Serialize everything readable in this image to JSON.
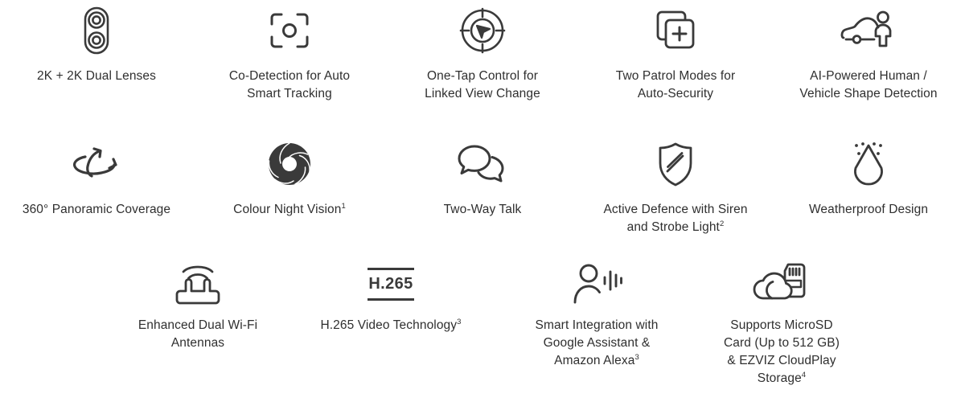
{
  "page": {
    "background_color": "#ffffff",
    "text_color": "#2f2f2f",
    "icon_color": "#3a3a3a"
  },
  "features": {
    "row1": [
      {
        "icon": "dual-lens-icon",
        "label": "2K + 2K Dual Lenses"
      },
      {
        "icon": "focus-frame-icon",
        "label": "Co-Detection for Auto\nSmart Tracking"
      },
      {
        "icon": "crosshair-pointer-icon",
        "label": "One-Tap Control for\nLinked View Change"
      },
      {
        "icon": "two-cards-plus-icon",
        "label": "Two Patrol Modes for\nAuto-Security"
      },
      {
        "icon": "car-person-icon",
        "label": "AI-Powered Human /\nVehicle Shape Detection"
      }
    ],
    "row2": [
      {
        "icon": "rotate-360-icon",
        "label": "360° Panoramic Coverage"
      },
      {
        "icon": "aperture-icon",
        "label": "Colour Night Vision",
        "sup": "1"
      },
      {
        "icon": "speech-bubbles-icon",
        "label": "Two-Way Talk"
      },
      {
        "icon": "shield-slash-icon",
        "label": "Active Defence with Siren\nand Strobe Light",
        "sup": "2"
      },
      {
        "icon": "water-drop-icon",
        "label": "Weatherproof Design"
      }
    ],
    "row3": [
      {
        "icon": "wifi-router-antennas-icon",
        "label": "Enhanced Dual Wi-Fi\nAntennas"
      },
      {
        "icon": "h265-badge-icon",
        "label": "H.265 Video Technology",
        "sup": "3",
        "badge_text": "H.265"
      },
      {
        "icon": "voice-assistant-icon",
        "label": "Smart Integration with\nGoogle Assistant &\nAmazon Alexa",
        "sup": "3"
      },
      {
        "icon": "cloud-sdcard-icon",
        "label": "Supports MicroSD\nCard (Up to 512 GB)\n& EZVIZ CloudPlay\nStorage",
        "sup": "4"
      }
    ]
  }
}
